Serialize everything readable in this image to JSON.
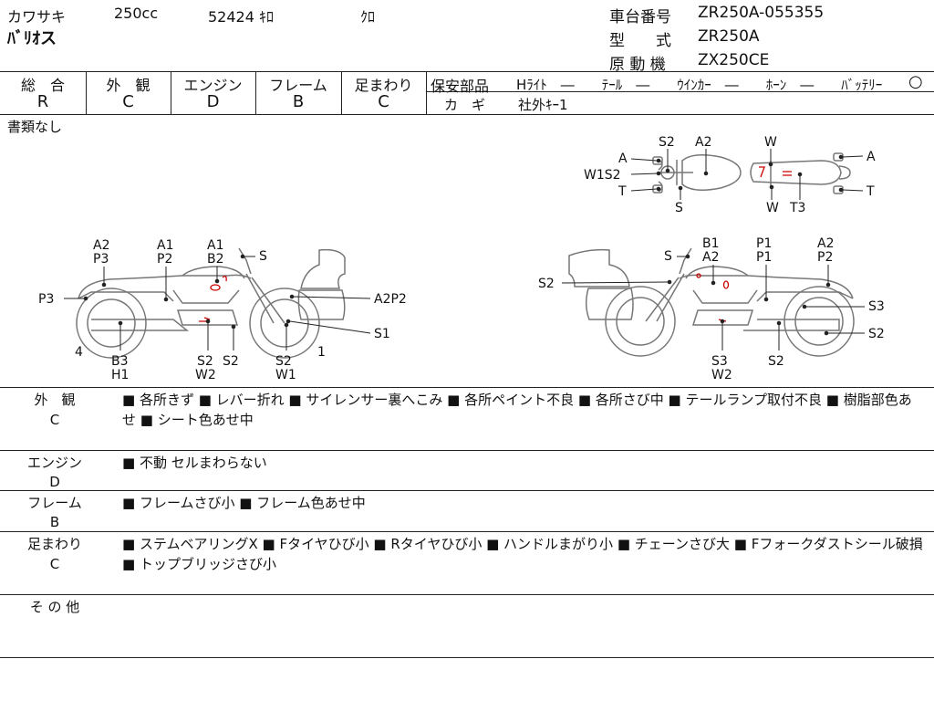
{
  "header": {
    "maker": "カワサキ",
    "displacement": "250cc",
    "mileage": "52424 ｷﾛ",
    "color": "ｸﾛ",
    "model_name": "ﾊﾞﾘｵス",
    "frame_no_label": "車台番号",
    "frame_no": "ZR250A-055355",
    "type_label": "型　　式",
    "type": "ZR250A",
    "engine_label": "原 動 機",
    "engine": "ZX250CE"
  },
  "grades": [
    {
      "label": "総　合",
      "value": "R"
    },
    {
      "label": "外　観",
      "value": "C"
    },
    {
      "label": "エンジン",
      "value": "D"
    },
    {
      "label": "フレーム",
      "value": "B"
    },
    {
      "label": "足まわり",
      "value": "C"
    }
  ],
  "safety": {
    "label": "保安部品",
    "items": "Hﾗｲﾄ　―　　ﾃｰﾙ　―　　ｳｲﾝｶｰ　―　　ﾎｰﾝ　―　　ﾊﾞｯﾃﾘｰ",
    "battery_mark": "○",
    "key_label": "カ　ギ",
    "key_value": "社外ｷｰ1"
  },
  "documents_note": "書類なし",
  "diagram": {
    "top": {
      "s2": "S2",
      "a2": "A2",
      "w": "W",
      "a_left": "A",
      "w1s2": "W1S2",
      "t_left": "T",
      "s_bottom": "S",
      "w_bottom": "W",
      "t3": "T3",
      "a_right": "A",
      "t_right": "T"
    },
    "left": {
      "a2p3_1": "A2",
      "a2p3_2": "P3",
      "a1p2_1": "A1",
      "a1p2_2": "P2",
      "a1b2_1": "A1",
      "a1b2_2": "B2",
      "s_top": "S",
      "p3": "P3",
      "a2p2": "A2P2",
      "s1": "S1",
      "num4": "4",
      "b3": "B3",
      "h1": "H1",
      "s2w2_1": "S2",
      "s2w2_2": "W2",
      "s2b": "S2",
      "s2w1_1": "S2",
      "s2w1_2": "W1",
      "num1": "1"
    },
    "right": {
      "s_top": "S",
      "b1": "B1",
      "a2": "A2",
      "p1a": "P1",
      "p1b": "P1",
      "a2r": "A2",
      "p2": "P2",
      "s2_left": "S2",
      "s3": "S3",
      "s2_right": "S2",
      "s3w2_1": "S3",
      "s3w2_2": "W2",
      "s2_bottom": "S2"
    }
  },
  "sections": [
    {
      "label": "外　観",
      "grade": "C",
      "text": "■ 各所きず ■ レバー折れ ■ サイレンサー裏へこみ ■ 各所ペイント不良 ■ 各所さび中 ■ テールランプ取付不良 ■ 樹脂部色あせ ■ シート色あせ中"
    },
    {
      "label": "エンジン",
      "grade": "D",
      "text": "■ 不動 セルまわらない"
    },
    {
      "label": "フレーム",
      "grade": "B",
      "text": "■ フレームさび小 ■ フレーム色あせ中"
    },
    {
      "label": "足まわり",
      "grade": "C",
      "text": "■ ステムベアリングX ■ Fタイヤひび小 ■ Rタイヤひび小 ■ ハンドルまがり小 ■ チェーンさび大 ■ Fフォークダストシール破損 ■ トップブリッジさび小"
    },
    {
      "label": "そ の 他",
      "grade": "",
      "text": ""
    }
  ]
}
